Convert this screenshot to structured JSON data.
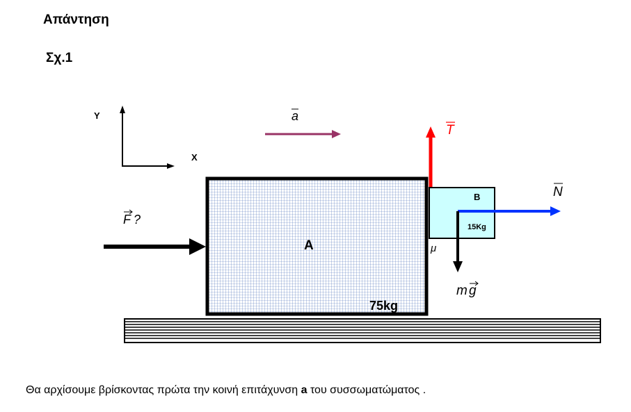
{
  "title": "Απάντηση",
  "figure_label": "Σχ.1",
  "diagram": {
    "axis_y": "Y",
    "axis_x": "X",
    "acceleration": "a",
    "tension": "T",
    "normal_force": "N",
    "force": "F",
    "force_question": "?",
    "weight_m": "m",
    "weight_g": "g",
    "friction": "μ",
    "block_a_label": "A",
    "block_a_mass": "75kg",
    "block_b_label": "B",
    "block_b_mass": "15Kg",
    "colors": {
      "tension": "#ff0000",
      "normal_force": "#0033ff",
      "acceleration": "#993366",
      "block_b_fill": "#ccffff",
      "block_a_grid": "#4a6fb8"
    }
  },
  "sentence": {
    "before": "Θα αρχίσουμε βρίσκοντας πρώτα την κοινή  επιτάχυνση ",
    "bold": "a",
    "after": " του συσσωματώματος ."
  }
}
